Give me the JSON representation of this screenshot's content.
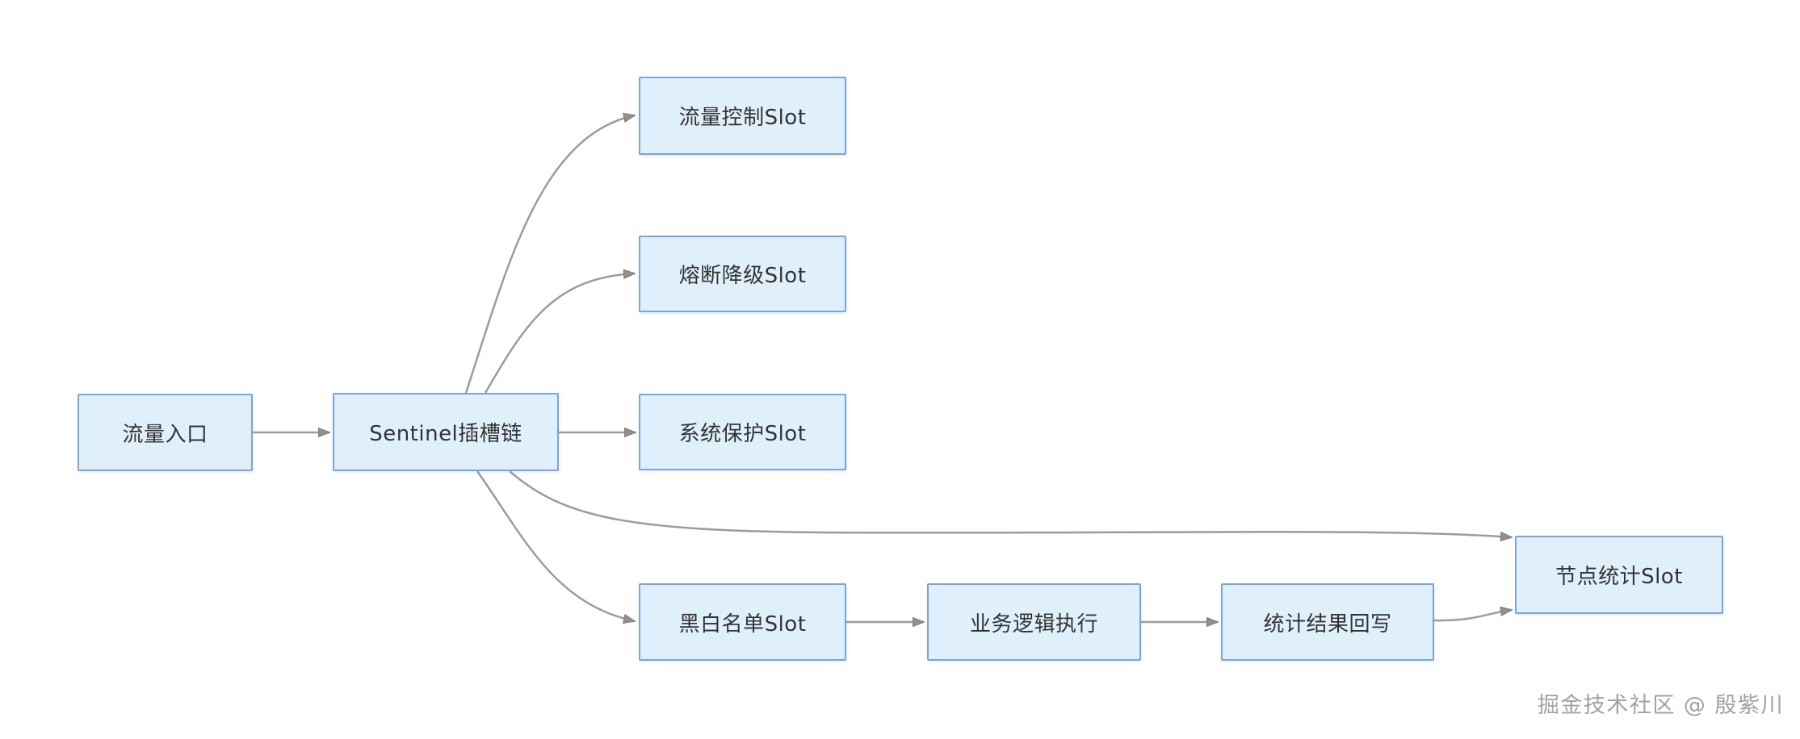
{
  "diagram": {
    "nodes": [
      {
        "id": "traffic-entry",
        "label": "流量入口"
      },
      {
        "id": "sentinel-slot-chain",
        "label": "Sentinel插槽链"
      },
      {
        "id": "flow-control-slot",
        "label": "流量控制Slot"
      },
      {
        "id": "circuit-breaker-slot",
        "label": "熔断降级Slot"
      },
      {
        "id": "system-protection-slot",
        "label": "系统保护Slot"
      },
      {
        "id": "blacklist-slot",
        "label": "黑白名单Slot"
      },
      {
        "id": "business-logic",
        "label": "业务逻辑执行"
      },
      {
        "id": "stats-writeback",
        "label": "统计结果回写"
      },
      {
        "id": "node-stats-slot",
        "label": "节点统计Slot"
      }
    ],
    "edges": [
      {
        "from": "traffic-entry",
        "to": "sentinel-slot-chain"
      },
      {
        "from": "sentinel-slot-chain",
        "to": "flow-control-slot"
      },
      {
        "from": "sentinel-slot-chain",
        "to": "circuit-breaker-slot"
      },
      {
        "from": "sentinel-slot-chain",
        "to": "system-protection-slot"
      },
      {
        "from": "sentinel-slot-chain",
        "to": "node-stats-slot"
      },
      {
        "from": "sentinel-slot-chain",
        "to": "blacklist-slot"
      },
      {
        "from": "blacklist-slot",
        "to": "business-logic"
      },
      {
        "from": "business-logic",
        "to": "stats-writeback"
      },
      {
        "from": "stats-writeback",
        "to": "node-stats-slot"
      }
    ]
  },
  "watermark": {
    "text": "掘金技术社区 @ 殷紫川"
  },
  "colors": {
    "background": "#ffffff",
    "node_fill": "#e0f0fb",
    "node_border": "#78a5de",
    "edge": "#9c9c9c",
    "arrowhead": "#909090",
    "text": "#333333",
    "watermark": "#a2a2a2"
  }
}
